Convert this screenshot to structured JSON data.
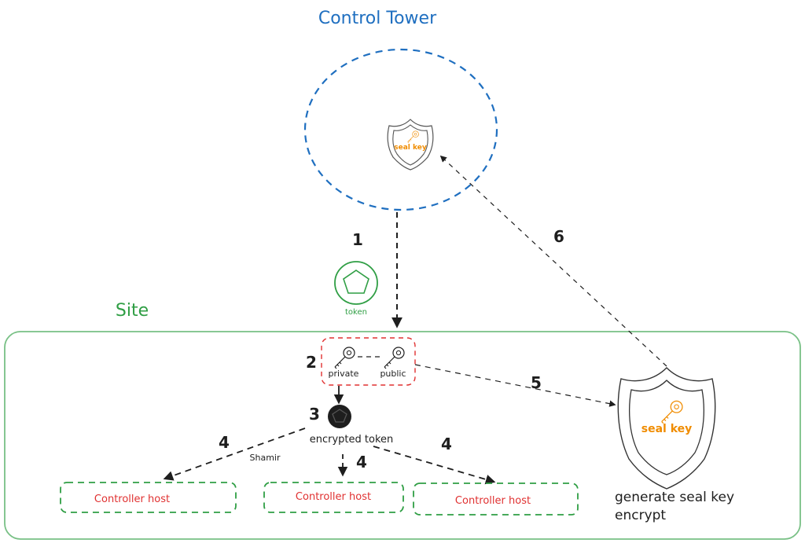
{
  "title": "Control Tower",
  "site": {
    "label": "Site"
  },
  "colors": {
    "control_tower": "#1f6fc0",
    "site": "#2f9e44",
    "keypair_box": "#e03131",
    "host_text": "#e03131",
    "seal_key": "#f08c00",
    "arrows": "#1e1e1e"
  },
  "control_tower": {
    "seal_key_icon": "shield-key-icon",
    "seal_key_label": "seal key"
  },
  "token": {
    "icon": "pentagon-circle-icon",
    "label": "token"
  },
  "keypair": {
    "private_label": "private",
    "public_label": "public",
    "icon": "key-icon"
  },
  "encrypted_token": {
    "icon": "pentagon-filled-circle-icon",
    "label": "encrypted token"
  },
  "steps": {
    "s1": "1",
    "s2": "2",
    "s3": "3",
    "s4a": "4",
    "s4b": "4",
    "s4c": "4",
    "s5": "5",
    "s6": "6"
  },
  "edge_labels": {
    "shamir": "Shamir"
  },
  "hosts": [
    {
      "label": "Controller host"
    },
    {
      "label": "Controller host"
    },
    {
      "label": "Controller host"
    }
  ],
  "site_seal": {
    "icon": "shield-key-icon",
    "label": "seal key",
    "caption_line1": "generate seal key",
    "caption_line2": "encrypt"
  }
}
